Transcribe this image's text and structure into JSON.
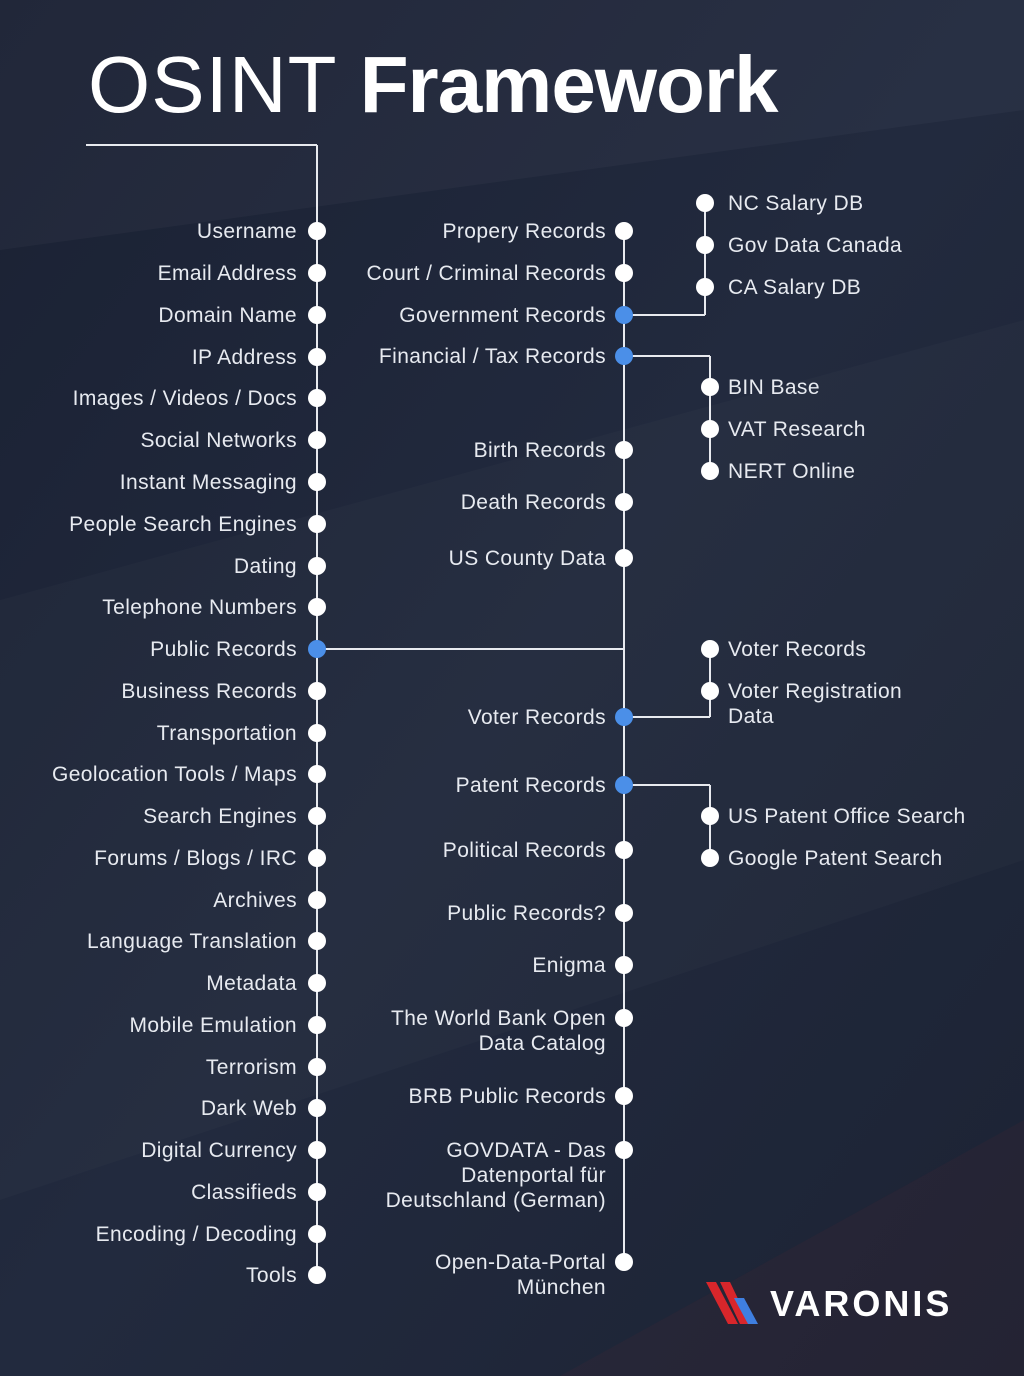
{
  "title": {
    "light": "OSINT",
    "bold": "Framework"
  },
  "colors": {
    "background": "#1d2436",
    "line": "#e8eaef",
    "node": "#ffffff",
    "highlight_node": "#4b8fe8",
    "logo_red": "#d8262b",
    "logo_blue": "#3f7fe0"
  },
  "level1": {
    "items": [
      {
        "label": "Username"
      },
      {
        "label": "Email Address"
      },
      {
        "label": "Domain Name"
      },
      {
        "label": "IP Address"
      },
      {
        "label": "Images / Videos / Docs"
      },
      {
        "label": "Social Networks"
      },
      {
        "label": "Instant Messaging"
      },
      {
        "label": "People Search Engines"
      },
      {
        "label": "Dating"
      },
      {
        "label": "Telephone Numbers"
      },
      {
        "label": "Public Records",
        "highlighted": true
      },
      {
        "label": "Business Records"
      },
      {
        "label": "Transportation"
      },
      {
        "label": "Geolocation Tools / Maps"
      },
      {
        "label": "Search Engines"
      },
      {
        "label": "Forums / Blogs / IRC"
      },
      {
        "label": "Archives"
      },
      {
        "label": "Language Translation"
      },
      {
        "label": "Metadata"
      },
      {
        "label": "Mobile Emulation"
      },
      {
        "label": "Terrorism"
      },
      {
        "label": "Dark Web"
      },
      {
        "label": "Digital Currency"
      },
      {
        "label": "Classifieds"
      },
      {
        "label": "Encoding / Decoding"
      },
      {
        "label": "Tools"
      }
    ]
  },
  "level2": {
    "items": [
      {
        "label": "Propery Records"
      },
      {
        "label": "Court / Criminal Records"
      },
      {
        "label": "Government Records",
        "highlighted": true
      },
      {
        "label": "Financial / Tax Records",
        "highlighted": true
      },
      {
        "label": "Birth Records"
      },
      {
        "label": "Death Records"
      },
      {
        "label": "US County Data"
      },
      {
        "label": "Voter Records",
        "highlighted": true
      },
      {
        "label": "Patent Records",
        "highlighted": true
      },
      {
        "label": "Political Records"
      },
      {
        "label": "Public Records?"
      },
      {
        "label": "Enigma"
      },
      {
        "label": "The World Bank Open\nData Catalog"
      },
      {
        "label": "BRB Public Records"
      },
      {
        "label": "GOVDATA - Das\nDatenportal für\nDeutschland (German)"
      },
      {
        "label": "Open-Data-Portal\nMünchen"
      }
    ]
  },
  "level3": {
    "groups": [
      {
        "parent": "Government Records",
        "items": [
          "NC Salary DB",
          "Gov Data Canada",
          "CA Salary DB"
        ]
      },
      {
        "parent": "Financial / Tax Records",
        "items": [
          "BIN Base",
          "VAT Research",
          "NERT Online"
        ]
      },
      {
        "parent": "Voter Records",
        "items": [
          "Voter Records",
          "Voter Registration\nData"
        ]
      },
      {
        "parent": "Patent Records",
        "items": [
          "US Patent Office Search",
          "Google Patent Search"
        ]
      }
    ]
  },
  "logo": {
    "text": "VARONIS"
  }
}
